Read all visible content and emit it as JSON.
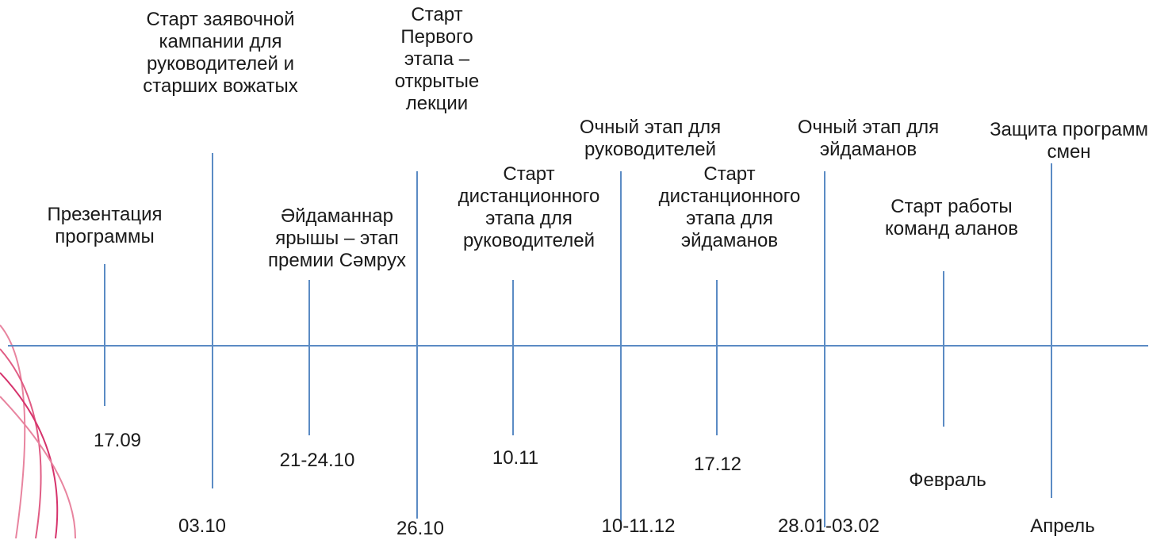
{
  "colors": {
    "axis": "#5b8bc4",
    "tick": "#5b8bc4",
    "text": "#1a1a1a",
    "decoration": "#d6336c"
  },
  "events_above": [
    {
      "id": "presentation",
      "label": "Презентация\nпрограммы",
      "date": "17.09"
    },
    {
      "id": "applications",
      "label": "Старт заявочной\nкампании для\nруководителей и\nстарших вожатых",
      "date": "03.10"
    },
    {
      "id": "aydamannar",
      "label": "Әйдаманнар\nярышы – этап\nпремии Сәмрух",
      "date": "21-24.10"
    },
    {
      "id": "first-stage",
      "label": "Старт\nПервого\nэтапа –\nоткрытые\nлекции",
      "date": "26.10"
    },
    {
      "id": "remote-leaders",
      "label": "Старт\nдистанционного\nэтапа для\nруководителей",
      "date": "10.11"
    },
    {
      "id": "fulltime-leaders",
      "label": "Очный этап для\nруководителей",
      "date": "10-11.12"
    },
    {
      "id": "remote-aydamans",
      "label": "Старт\nдистанционного\nэтапа для\nэйдаманов",
      "date": "17.12"
    },
    {
      "id": "fulltime-aydamans",
      "label": "Очный этап для\nэйдаманов",
      "date": "28.01-03.02"
    },
    {
      "id": "alan-teams",
      "label": "Старт работы\nкоманд аланов",
      "date": "Февраль"
    },
    {
      "id": "defense",
      "label": "Защита программ\nсмен",
      "date": "Апрель"
    }
  ]
}
